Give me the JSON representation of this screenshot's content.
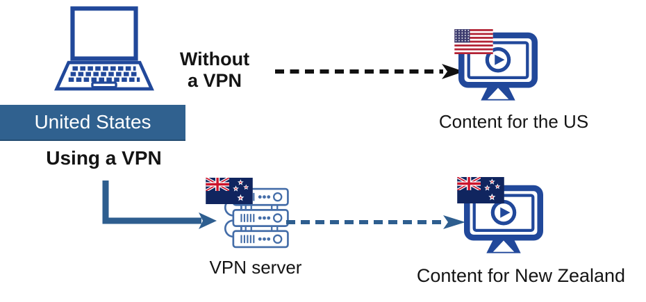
{
  "diagram": {
    "source": {
      "label": "United States",
      "icon": "laptop-icon"
    },
    "paths": {
      "without_vpn": {
        "label_line1": "Without",
        "label_line2": "a VPN",
        "arrow_style": "black-dashed"
      },
      "using_vpn": {
        "label": "Using a VPN",
        "arrow_style": "blue-solid-elbow"
      },
      "server_to_content": {
        "arrow_style": "blue-dashed"
      }
    },
    "vpn_server": {
      "label": "VPN server",
      "icon": "server-rack-icon",
      "flag": "new-zealand-flag"
    },
    "destinations": {
      "us": {
        "label": "Content for the US",
        "icon": "monitor-play-icon",
        "flag": "united-states-flag"
      },
      "nz": {
        "label": "Content for New Zealand",
        "icon": "monitor-play-icon",
        "flag": "new-zealand-flag"
      }
    }
  },
  "colors": {
    "device_blue": "#21489A",
    "banner_blue": "#30618F",
    "arrow_blue": "#2E5E8F",
    "server_blue": "#446DA8",
    "arrow_black": "#111111",
    "text_black": "#141414",
    "nz_flag_navy": "#10255F",
    "nz_flag_red": "#CC142B",
    "us_flag_red": "#B22234",
    "us_flag_canton": "#3C3B6E"
  }
}
